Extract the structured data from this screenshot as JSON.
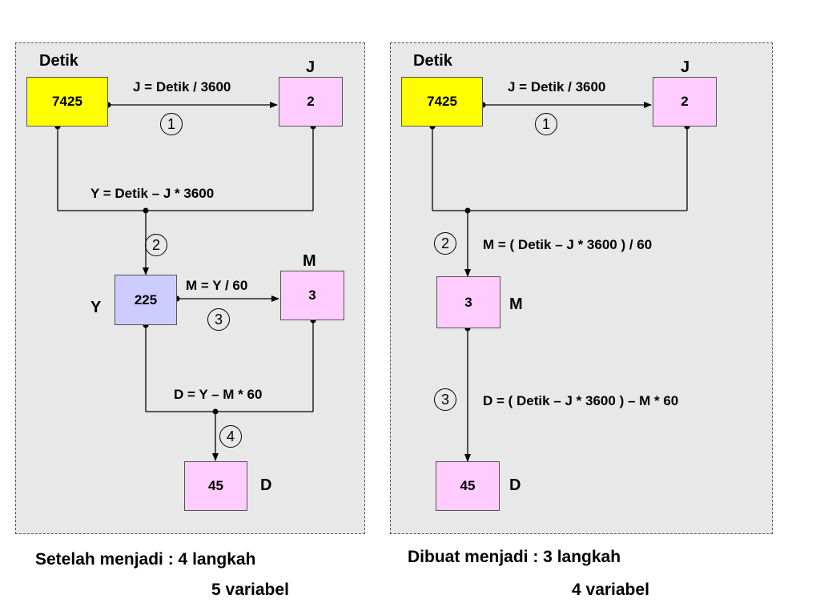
{
  "left": {
    "var_detik": "Detik",
    "var_j": "J",
    "var_m": "M",
    "var_y": "Y",
    "var_d": "D",
    "box_detik": "7425",
    "box_j": "2",
    "box_y": "225",
    "box_m": "3",
    "box_d": "45",
    "formula_j": "J = Detik / 3600",
    "formula_y": "Y = Detik – J * 3600",
    "formula_m": "M = Y / 60",
    "formula_d": "D = Y – M * 60",
    "step_1": "1",
    "step_2": "2",
    "step_3": "3",
    "step_4": "4",
    "summary_line1": "Setelah menjadi :  4 langkah",
    "summary_line2": "5 variabel"
  },
  "right": {
    "var_detik": "Detik",
    "var_j": "J",
    "var_m": "M",
    "var_d": "D",
    "box_detik": "7425",
    "box_j": "2",
    "box_m": "3",
    "box_d": "45",
    "formula_j": "J = Detik / 3600",
    "formula_m": "M = ( Detik – J * 3600 ) / 60",
    "formula_d": "D = ( Detik – J * 3600 ) – M * 60",
    "step_1": "1",
    "step_2": "2",
    "step_3": "3",
    "summary_line1": "Dibuat menjadi : 3 langkah",
    "summary_line2": "4 variabel"
  },
  "colors": {
    "input_box": "#ffff00",
    "output_box": "#ffccff",
    "intermediate_box": "#ccccff",
    "panel_bg": "#e8e8e8"
  }
}
